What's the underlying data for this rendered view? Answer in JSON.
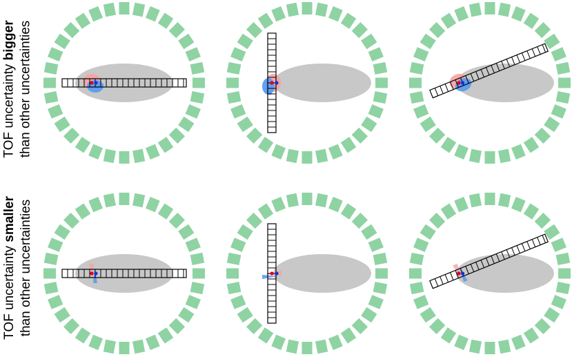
{
  "row_labels": [
    {
      "line1_prefix": "TOF uncertainty ",
      "line1_bold": "bigger",
      "line2": "than other uncertainties"
    },
    {
      "line1_prefix": "TOF uncertainty ",
      "line1_bold": "smaller",
      "line2": "than other uncertainties"
    }
  ],
  "colors": {
    "detector": "#8fd3a3",
    "ellipse": "#c8c8c8",
    "tof_red": "#f5a3a3",
    "tof_blue": "#5b9cf0",
    "point_red": "#e0001a",
    "point_blue": "#1a2fd6",
    "line_stroke": "#000000"
  },
  "icons": [
    "detector-ring-icon",
    "tof-kernel-icon",
    "line-of-response-icon"
  ],
  "panels": [
    {
      "row": 0,
      "col": 0,
      "lor_angle_deg": 0,
      "tof": "bigger"
    },
    {
      "row": 0,
      "col": 1,
      "lor_angle_deg": 90,
      "tof": "bigger"
    },
    {
      "row": 0,
      "col": 2,
      "lor_angle_deg": -22,
      "tof": "bigger"
    },
    {
      "row": 1,
      "col": 0,
      "lor_angle_deg": 0,
      "tof": "smaller"
    },
    {
      "row": 1,
      "col": 1,
      "lor_angle_deg": 90,
      "tof": "smaller"
    },
    {
      "row": 1,
      "col": 2,
      "lor_angle_deg": -22,
      "tof": "smaller"
    }
  ]
}
